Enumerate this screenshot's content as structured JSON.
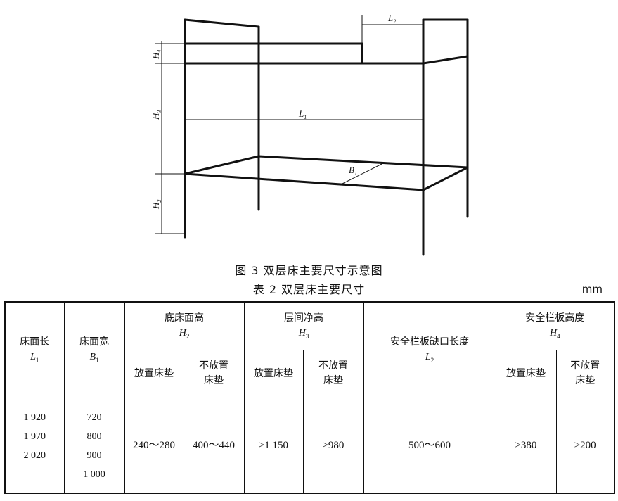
{
  "figure": {
    "labels": {
      "L2": "L",
      "L2_sub": "2",
      "H4": "H",
      "H4_sub": "4",
      "H3": "H",
      "H3_sub": "3",
      "L1": "L",
      "L1_sub": "1",
      "B1": "B",
      "B1_sub": "1",
      "H2": "H",
      "H2_sub": "2"
    }
  },
  "fig_caption": "图 3  双层床主要尺寸示意图",
  "table_caption": "表 2  双层床主要尺寸",
  "unit": "mm",
  "table": {
    "col1": {
      "label": "床面长",
      "sym": "L",
      "sub": "1"
    },
    "col2": {
      "label": "床面宽",
      "sym": "B",
      "sub": "1"
    },
    "col3": {
      "label": "底床面高",
      "sym": "H",
      "sub": "2"
    },
    "col4": {
      "label": "层间净高",
      "sym": "H",
      "sub": "3"
    },
    "col5": {
      "label": "安全栏板缺口长度",
      "sym": "L",
      "sub": "2"
    },
    "col6": {
      "label": "安全栏板高度",
      "sym": "H",
      "sub": "4"
    },
    "sub_with": "放置床垫",
    "sub_without_1": "不放置",
    "sub_without_2": "床垫",
    "L1_values": [
      "1 920",
      "1 970",
      "2 020"
    ],
    "B1_values": [
      "720",
      "800",
      "900",
      "1 000"
    ],
    "H2_with": "240～280",
    "H2_without": "400～440",
    "H3_with": "≥1 150",
    "H3_without": "≥980",
    "L2_value": "500～600",
    "H4_with": "≥380",
    "H4_without": "≥200"
  }
}
